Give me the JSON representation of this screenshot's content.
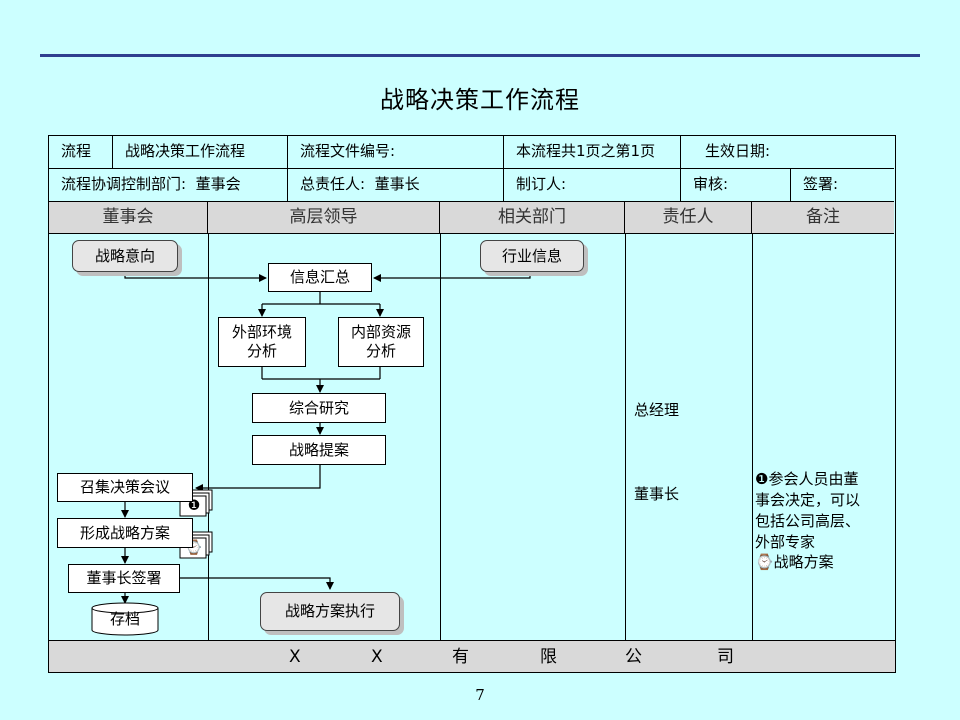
{
  "title": "战略决策工作流程",
  "header": {
    "row1": {
      "flow_label": "流程",
      "flow_name": "战略决策工作流程",
      "doc_no_label": "流程文件编号:",
      "pages_label": "本流程共1页之第1页",
      "effective_label": "生效日期:"
    },
    "row2": {
      "coord_label": "流程协调控制部门:",
      "coord_value": "董事会",
      "owner_label": "总责任人:",
      "owner_value": "董事长",
      "maker_label": "制订人:",
      "review_label": "审核:",
      "sign_label": "签署:"
    }
  },
  "lanes": [
    "董事会",
    "高层领导",
    "相关部门",
    "责任人",
    "备注"
  ],
  "nodes": {
    "intent": "战略意向",
    "industry_info": "行业信息",
    "info_summary": "信息汇总",
    "external_line1": "外部环境",
    "external_line2": "分析",
    "internal_line1": "内部资源",
    "internal_line2": "分析",
    "research": "综合研究",
    "proposal": "战略提案",
    "convene": "召集决策会议",
    "form_plan": "形成战略方案",
    "chairman_sign": "董事长签署",
    "archive": "存档",
    "execute": "战略方案执行"
  },
  "doc_icons": {
    "marker1": "❶",
    "marker2": "⌚"
  },
  "responsible": {
    "r1": "总经理",
    "r2": "董事长"
  },
  "notes": {
    "note1_lines": [
      "❶参会人员由董",
      "事会决定，可以",
      "包括公司高层、",
      "外部专家"
    ],
    "note2": "⌚战略方案"
  },
  "footer_chars": [
    "X",
    "X",
    "有",
    "限",
    "公",
    "司"
  ],
  "page_number": "7"
}
